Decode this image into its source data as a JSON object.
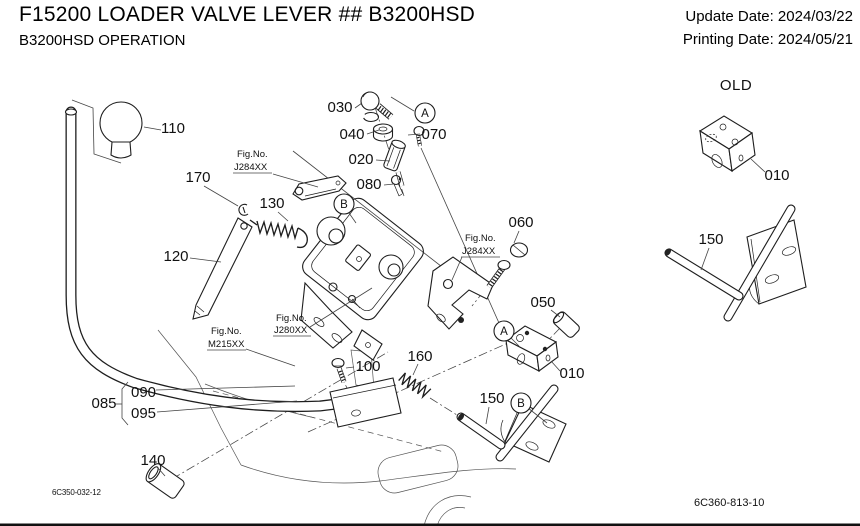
{
  "header": {
    "title": "F15200 LOADER VALVE LEVER ## B3200HSD",
    "subtitle": "B3200HSD OPERATION",
    "update_date": "Update Date: 2024/03/22",
    "printing_date": "Printing Date: 2024/05/21"
  },
  "old_section": {
    "label": "OLD",
    "c010": "010",
    "c150": "150"
  },
  "callouts": {
    "c110": "110",
    "c030": "030",
    "c040": "040",
    "c070": "070",
    "c020": "020",
    "c080": "080",
    "c170": "170",
    "c130": "130",
    "c120": "120",
    "c060": "060",
    "c050": "050",
    "c010": "010",
    "c100": "100",
    "c160": "160",
    "c150": "150",
    "c085": "085",
    "c090": "090",
    "c095": "095",
    "c140": "140"
  },
  "fig_refs": {
    "prefix": "Fig.No.",
    "ref1": "J284XX",
    "ref2": "J284XX",
    "ref3": "J280XX",
    "ref4": "M215XX"
  },
  "markers": {
    "a": "A",
    "b": "B"
  },
  "footer": {
    "left_code": "6C350-032-12",
    "right_code": "6C360-813-10"
  },
  "colors": {
    "line": "#1e1e1e",
    "background": "#ffffff"
  }
}
